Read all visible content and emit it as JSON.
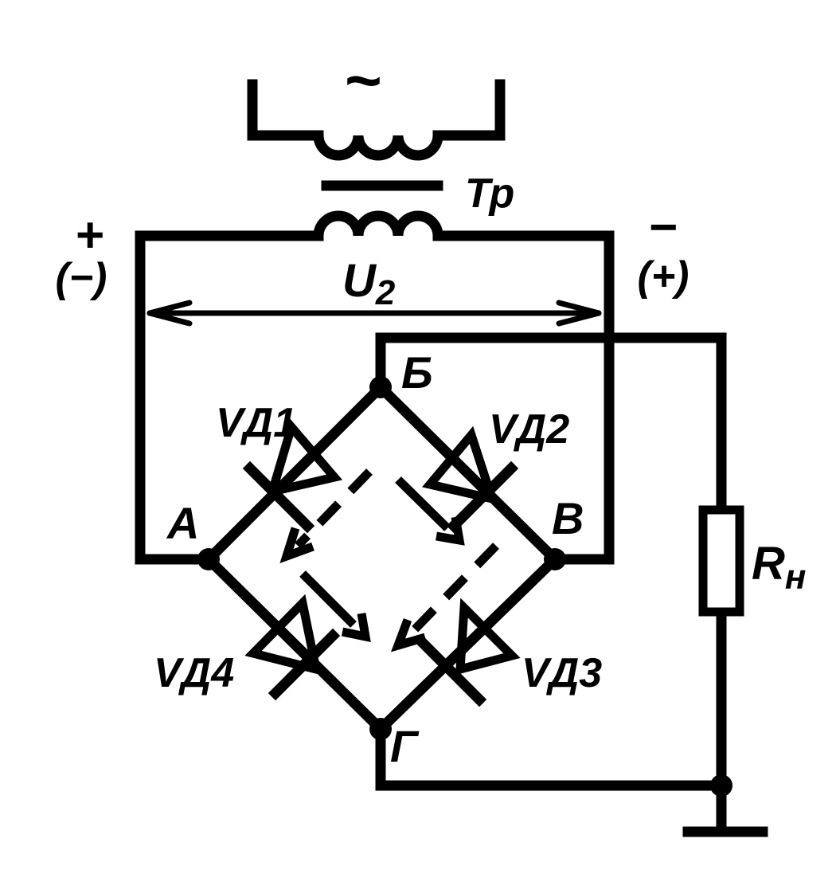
{
  "primary": {
    "symbol": "~"
  },
  "transformer": {
    "label": "Тр"
  },
  "voltage": {
    "label": "U",
    "subscript": "2"
  },
  "polarity": {
    "left_top": "+",
    "left_bottom": "(−)",
    "right_top": "−",
    "right_bottom": "(+)"
  },
  "nodes": {
    "a": "А",
    "b": "Б",
    "v": "В",
    "g": "Г"
  },
  "diodes": {
    "vd1": "VД1",
    "vd2": "VД2",
    "vd3": "VД3",
    "vd4": "VД4"
  },
  "load": {
    "label": "R",
    "subscript": "н"
  }
}
